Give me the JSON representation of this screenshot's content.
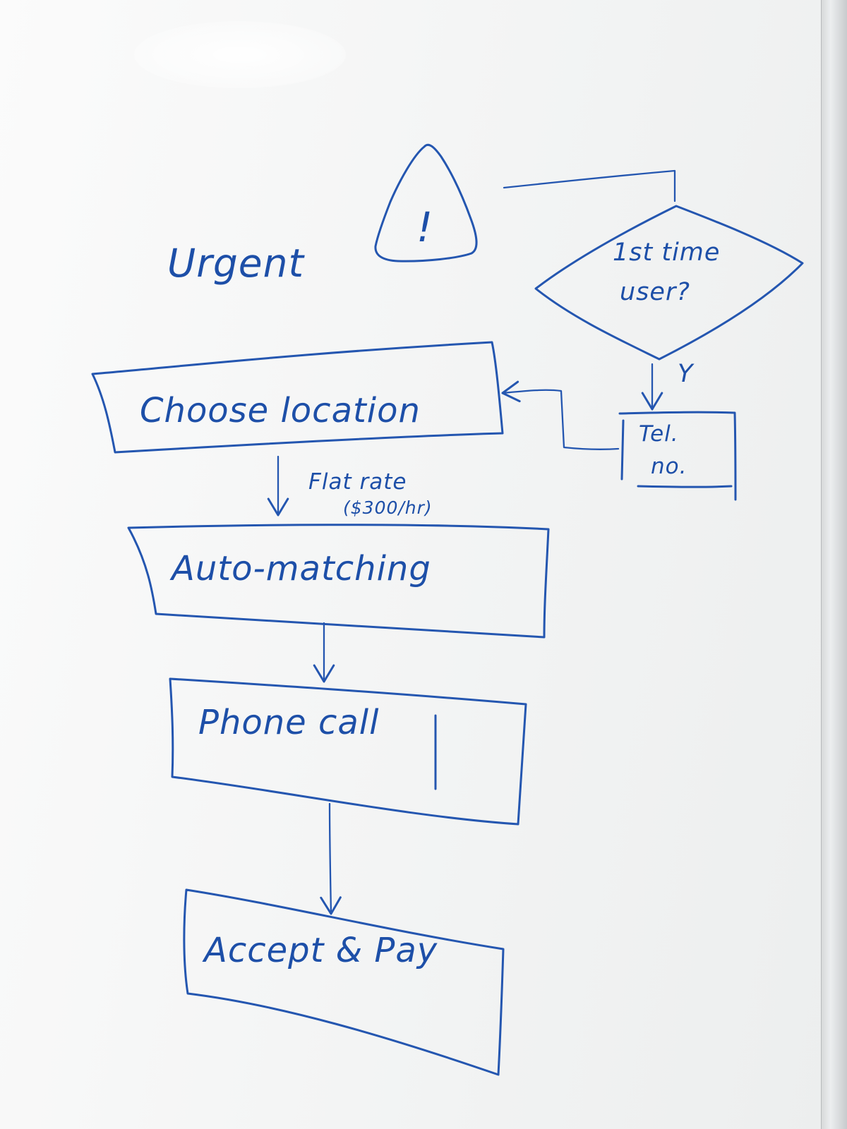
{
  "diagram": {
    "title": "Urgent",
    "warning_mark": "!",
    "decision": "1st time user?",
    "yes_label": "Y",
    "tel_box": "Tel. no.",
    "steps": [
      "Choose location",
      "Auto-matching",
      "Phone call",
      "Accept & Pay"
    ],
    "edge_labels": {
      "flat_rate": "Flat rate",
      "rate_detail": "($300/hr)"
    },
    "ink_color": "#2456b0"
  }
}
